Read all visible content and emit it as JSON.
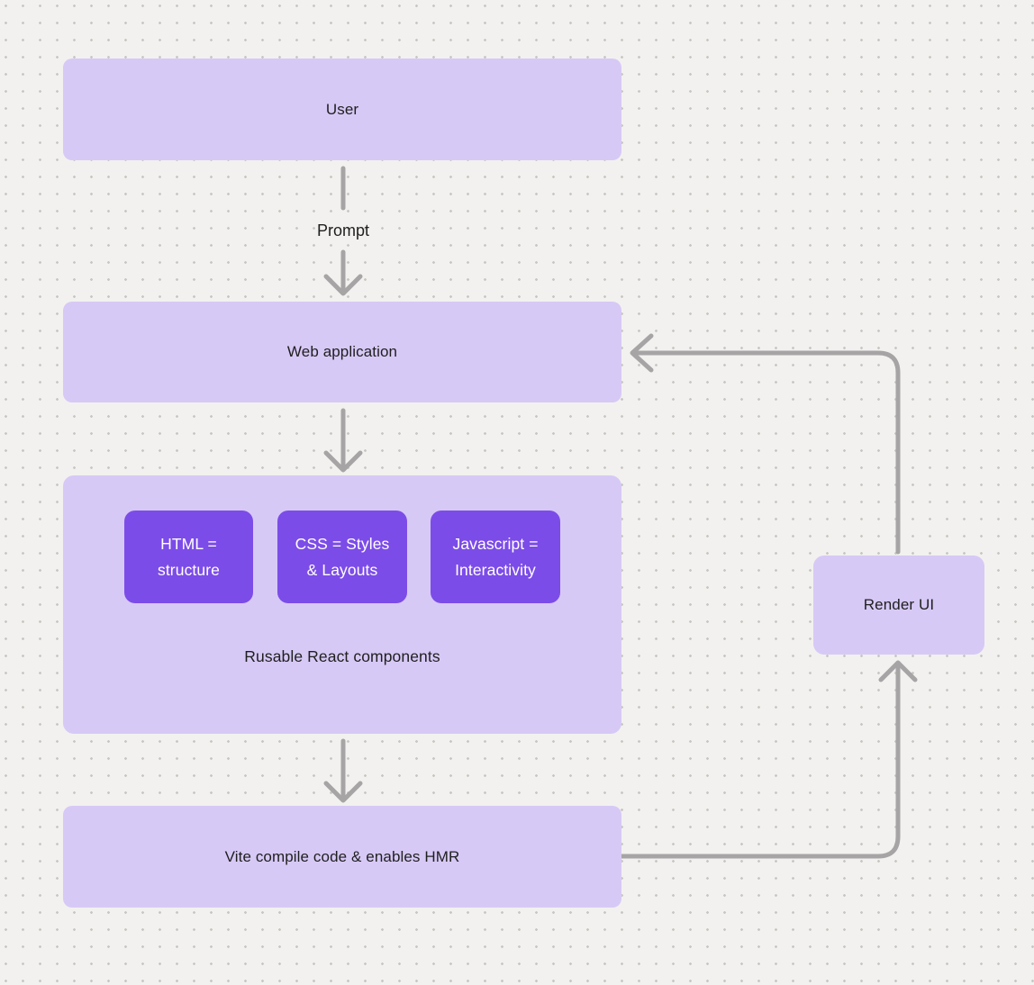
{
  "diagram": {
    "nodes": {
      "user": {
        "label": "User"
      },
      "web_application": {
        "label": "Web application"
      },
      "components": {
        "caption": "Rusable React components",
        "items": [
          {
            "label": "HTML =\nstructure"
          },
          {
            "label": "CSS = Styles\n& Layouts"
          },
          {
            "label": "Javascript =\nInteractivity"
          }
        ]
      },
      "vite": {
        "label": "Vite compile code & enables HMR"
      },
      "render_ui": {
        "label": "Render UI"
      }
    },
    "edges": [
      {
        "from": "user",
        "to": "web_application",
        "label": "Prompt"
      },
      {
        "from": "web_application",
        "to": "components",
        "label": ""
      },
      {
        "from": "components",
        "to": "vite",
        "label": ""
      },
      {
        "from": "vite",
        "to": "render_ui",
        "label": ""
      },
      {
        "from": "render_ui",
        "to": "web_application",
        "label": ""
      }
    ],
    "colors": {
      "background": "#f2f1ef",
      "dot": "#c9c6c3",
      "node_fill_light": "#d7c9f6",
      "node_fill_dark": "#7c4ce8",
      "arrow": "#a6a4a4",
      "text_dark": "#1f1f1f",
      "text_light": "#ffffff"
    }
  }
}
